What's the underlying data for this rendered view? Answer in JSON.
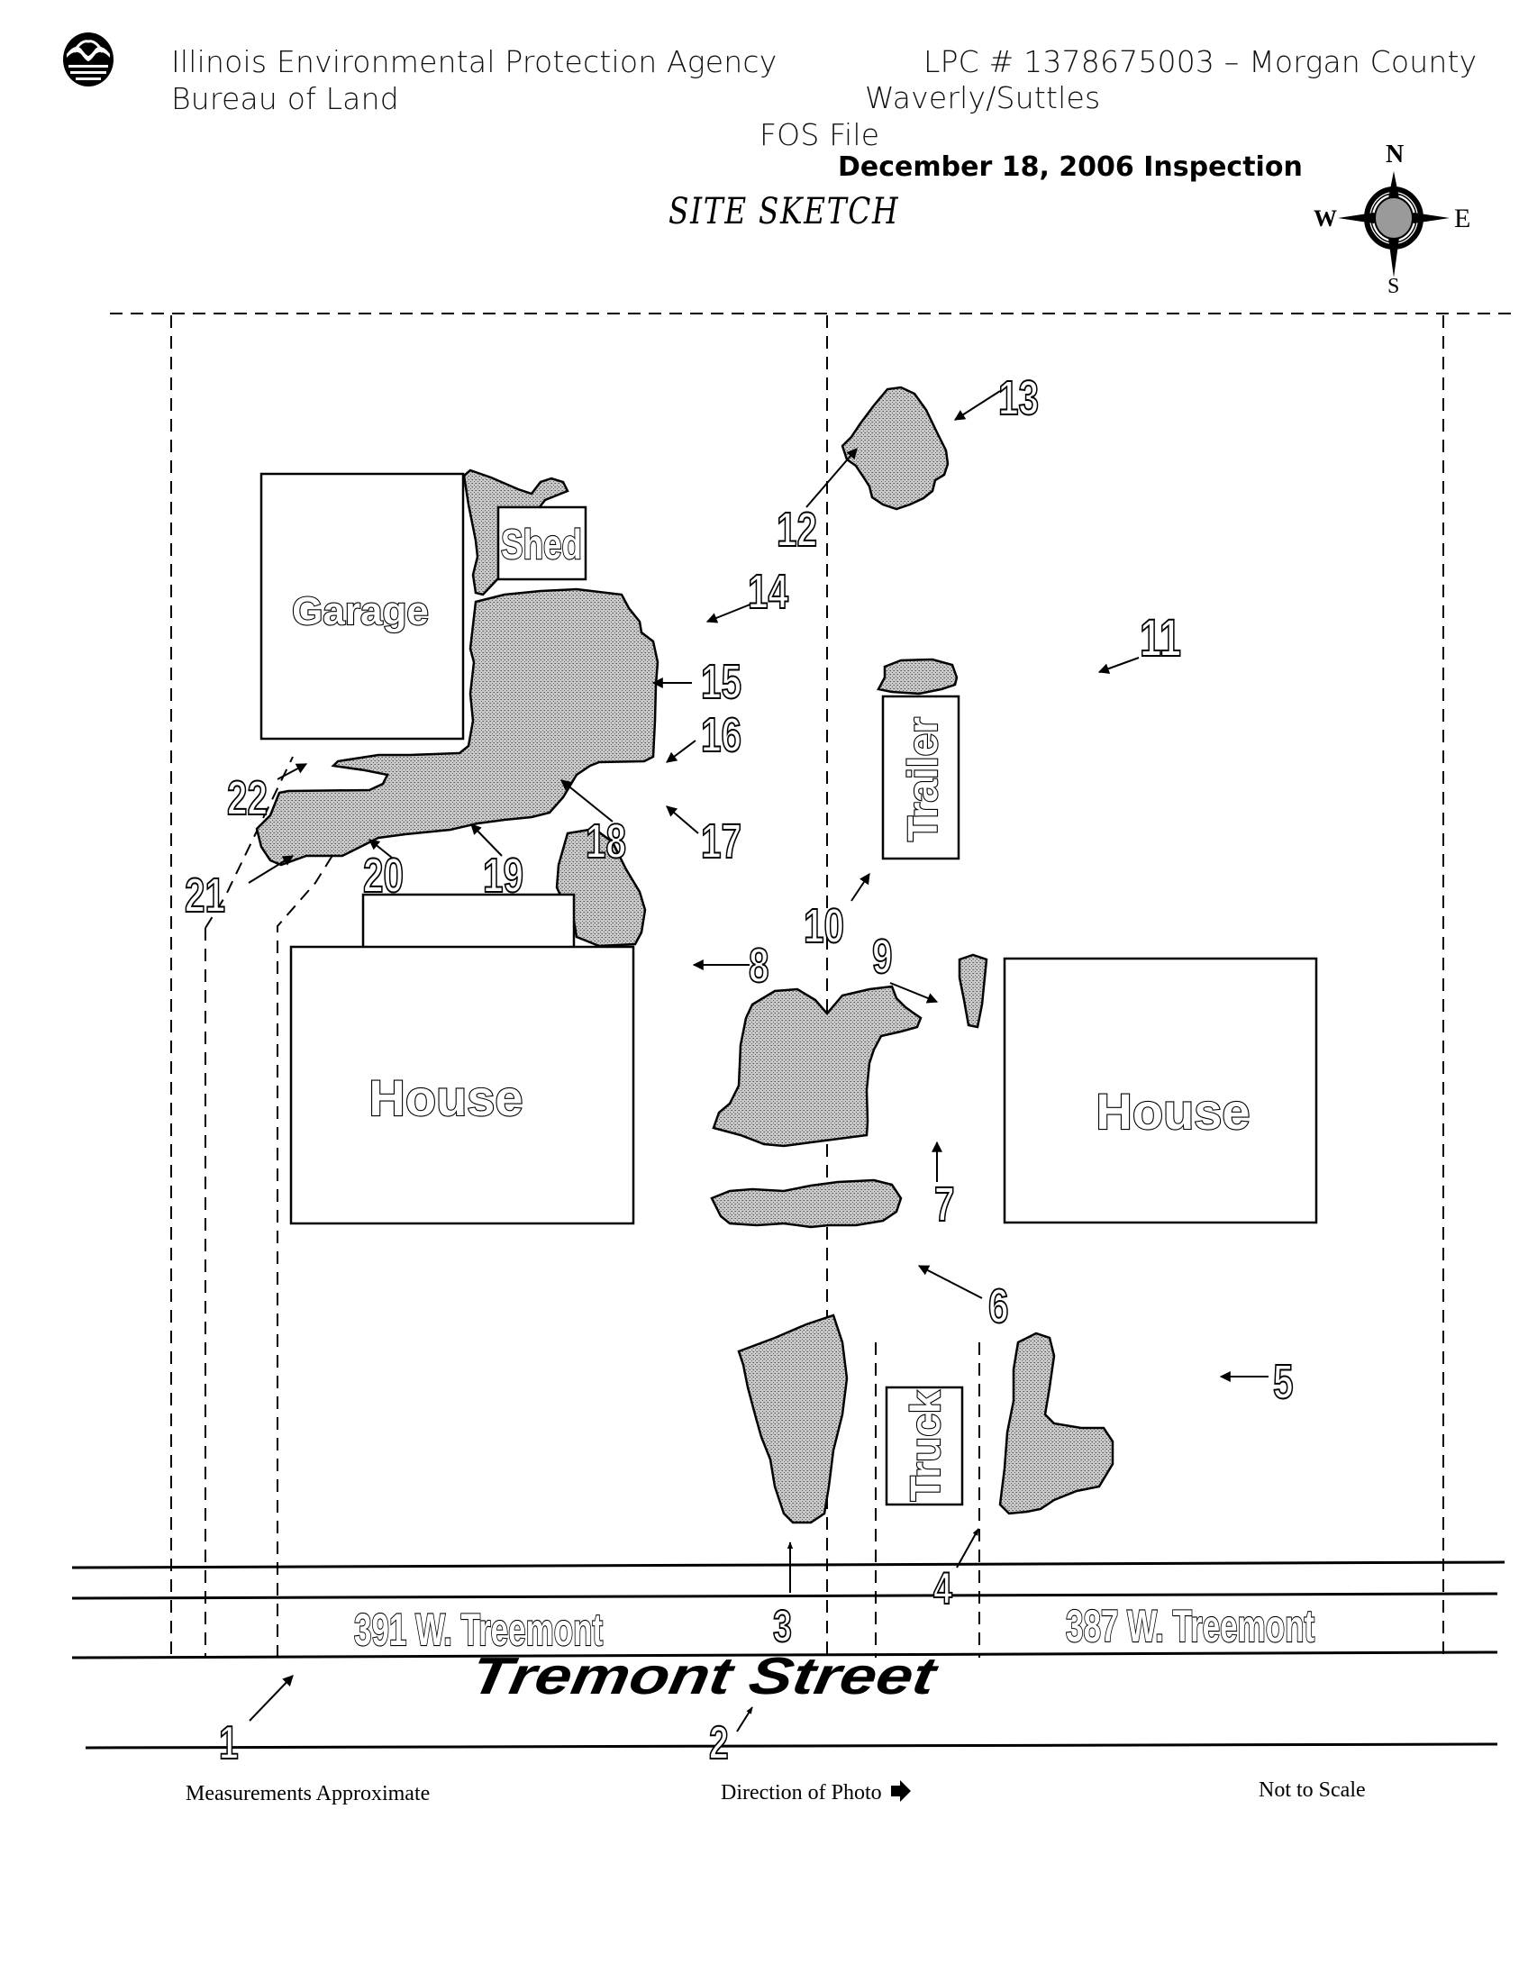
{
  "header": {
    "agency": "Illinois Environmental Protection Agency",
    "bureau": "Bureau of Land",
    "lpc": "LPC # 1378675003 – Morgan County",
    "site_name": "Waverly/Suttles",
    "file_type": "FOS File",
    "inspection_date": "December 18, 2006 Inspection",
    "title": "SITE SKETCH",
    "logo_icon": "iepa-logo-icon"
  },
  "compass": {
    "icon": "compass-rose-icon",
    "north": "N",
    "south": "S",
    "east": "E",
    "west": "W"
  },
  "structures": {
    "garage": "Garage",
    "shed": "Shed",
    "house_left": "House",
    "house_right": "House",
    "trailer": "Trailer",
    "truck": "Truck"
  },
  "addresses": {
    "left": "391 W. Treemont",
    "right": "387 W. Treemont"
  },
  "street": "Tremont Street",
  "photo_points": [
    "1",
    "2",
    "3",
    "4",
    "5",
    "6",
    "7",
    "8",
    "9",
    "10",
    "11",
    "12",
    "13",
    "14",
    "15",
    "16",
    "17",
    "18",
    "19",
    "20",
    "21",
    "22"
  ],
  "footer": {
    "measurements": "Measurements Approximate",
    "direction": "Direction of Photo",
    "direction_icon": "arrow-right-icon",
    "scale": "Not to Scale"
  },
  "colors": {
    "ink": "#000000",
    "stain_fill": "#a9a9a9",
    "paper": "#ffffff"
  }
}
